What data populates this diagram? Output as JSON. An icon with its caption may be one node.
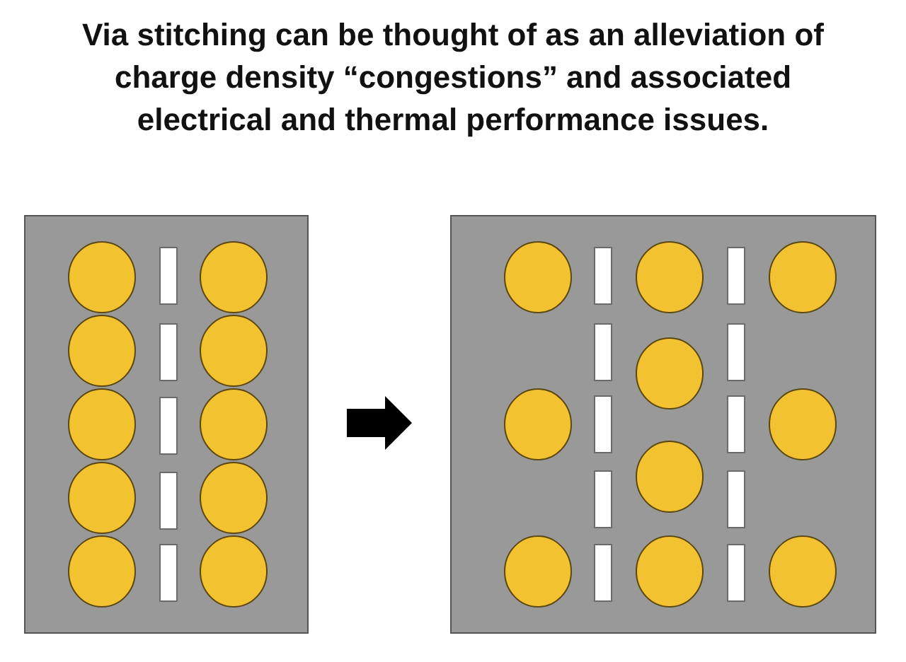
{
  "diagram": {
    "title": "Via stitching can be thought of as an alleviation of charge density “congestions” and associated electrical and thermal performance issues.",
    "nodes": [
      {
        "text": [],
        "shape": "picture"
      },
      {
        "text": [],
        "shape": "picture"
      }
    ],
    "edges": [
      {
        "from": 0,
        "to": 1,
        "arrow": "to",
        "style": "thick"
      }
    ]
  }
}
